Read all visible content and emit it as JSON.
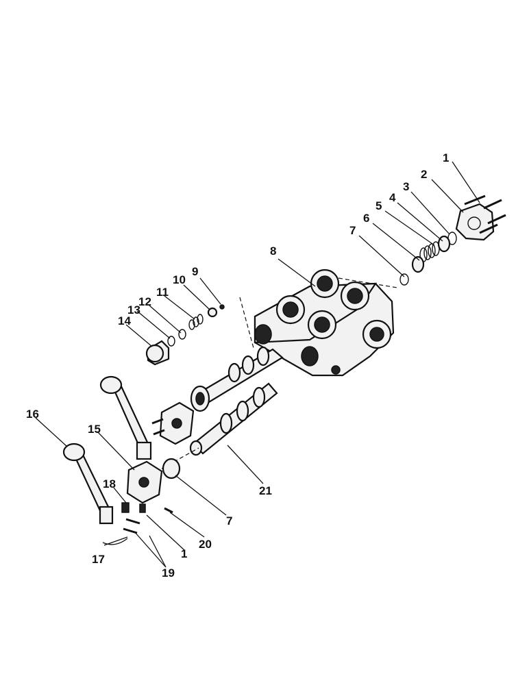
{
  "diagram": {
    "callouts": [
      {
        "id": "c1a",
        "text": "1"
      },
      {
        "id": "c2",
        "text": "2"
      },
      {
        "id": "c3",
        "text": "3"
      },
      {
        "id": "c4",
        "text": "4"
      },
      {
        "id": "c5",
        "text": "5"
      },
      {
        "id": "c6",
        "text": "6"
      },
      {
        "id": "c7a",
        "text": "7"
      },
      {
        "id": "c8",
        "text": "8"
      },
      {
        "id": "c9",
        "text": "9"
      },
      {
        "id": "c10",
        "text": "10"
      },
      {
        "id": "c11",
        "text": "11"
      },
      {
        "id": "c12",
        "text": "12"
      },
      {
        "id": "c13",
        "text": "13"
      },
      {
        "id": "c14",
        "text": "14"
      },
      {
        "id": "c15",
        "text": "15"
      },
      {
        "id": "c16",
        "text": "16"
      },
      {
        "id": "c17",
        "text": "17"
      },
      {
        "id": "c18",
        "text": "18"
      },
      {
        "id": "c19",
        "text": "19"
      },
      {
        "id": "c20",
        "text": "20"
      },
      {
        "id": "c1b",
        "text": "1"
      },
      {
        "id": "c7b",
        "text": "7"
      },
      {
        "id": "c21",
        "text": "21"
      }
    ]
  }
}
